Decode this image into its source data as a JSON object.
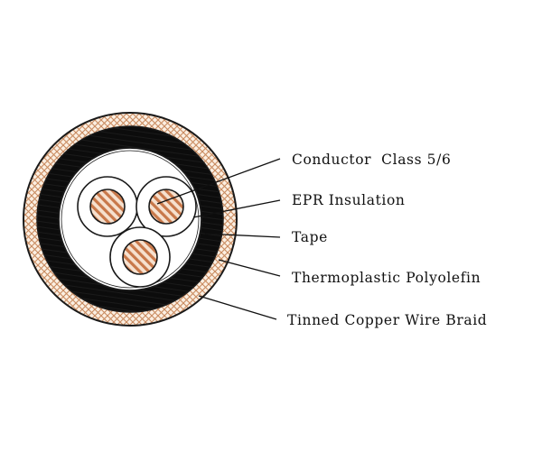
{
  "colors": {
    "background": "#ffffff",
    "outline": "#1a1a1a",
    "sheath": "#0c0c0c",
    "braid_base": "#fbefe2",
    "braid_hatch": "#c98a5e",
    "copper_base": "#f6e1cf",
    "copper_stripe": "#c8784a",
    "tape_fill": "#ffffff",
    "label_text": "#111111"
  },
  "callouts": [
    {
      "id": "conductor",
      "label": "Conductor  Class 5/6"
    },
    {
      "id": "insulation",
      "label": "EPR Insulation"
    },
    {
      "id": "tape",
      "label": "Tape"
    },
    {
      "id": "sheath",
      "label": "Thermoplastic Polyolefin"
    },
    {
      "id": "braid",
      "label": "Tinned Copper Wire Braid"
    }
  ]
}
